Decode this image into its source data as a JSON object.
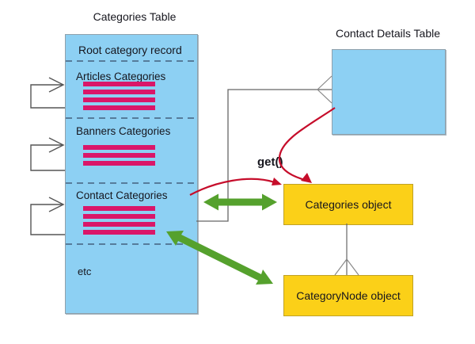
{
  "colors": {
    "table_blue": "#8DD0F3",
    "box_border": "#8fa0ab",
    "pink": "#DA1669",
    "yellow": "#FBD018",
    "yellow_border": "#BFA126",
    "green": "#55A12D",
    "red": "#C60D2B",
    "line": "#666666",
    "crow": "#888888",
    "loop": "#555555",
    "dash": "#44607E",
    "text": "#16161e"
  },
  "categories_table": {
    "title": "Categories Table",
    "root_label": "Root category record",
    "sections": [
      {
        "label": "Articles Categories",
        "bars": 4
      },
      {
        "label": "Banners Categories",
        "bars": 3
      },
      {
        "label": "Contact Categories",
        "bars": 4
      }
    ],
    "footer_label": "etc"
  },
  "contact_details_table": {
    "title": "Contact Details Table"
  },
  "objects": {
    "categories_label": "Categories object",
    "category_node_label": "CategoryNode object"
  },
  "annotations": {
    "get_method": "get()"
  }
}
